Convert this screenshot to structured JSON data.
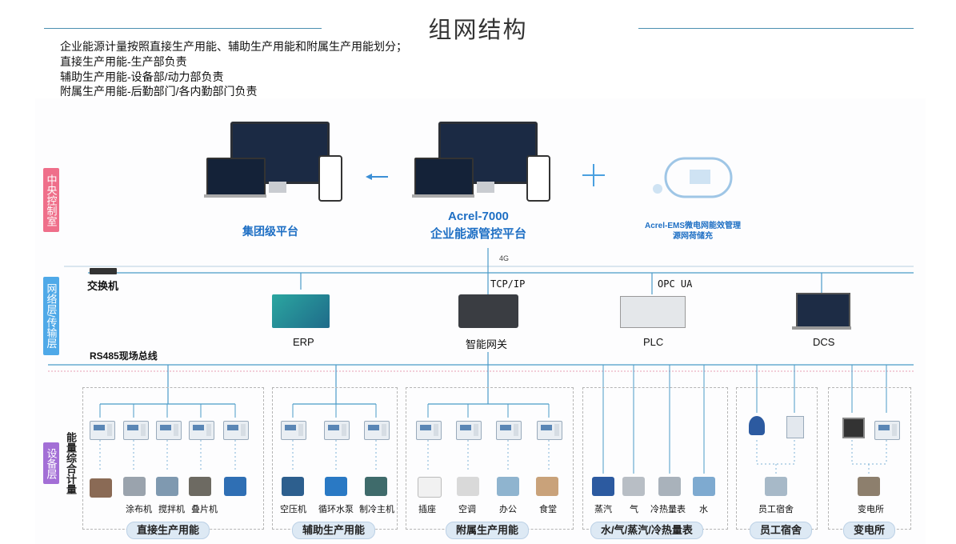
{
  "title": "组网结构",
  "intro": [
    "企业能源计量按照直接生产用能、辅助生产用能和附属生产用能划分；",
    "直接生产用能-生产部负责",
    "辅助生产用能-设备部/动力部负责",
    "附属生产用能-后勤部门/各内勤部门负责"
  ],
  "layers": {
    "central": "中央控制室",
    "network": "网络层/传输层",
    "device": "设备层"
  },
  "central": {
    "group_platform": "集团级平台",
    "acrel7000_line1": "Acrel-7000",
    "acrel7000_line2": "企业能源管控平台",
    "ems_line1": "Acrel-EMS微电网能效管理",
    "ems_line2": "源网荷储充"
  },
  "network": {
    "signal": "4G",
    "switch": "交换机",
    "tcpip": "TCP/IP",
    "opcua": "OPC UA",
    "bus": "RS485现场总线",
    "nodes": [
      "ERP",
      "智能网关",
      "PLC",
      "DCS"
    ]
  },
  "device_side_label": "能量综合计量",
  "groups": [
    {
      "name": "直接生产用能",
      "items": [
        "",
        "涂布机",
        "搅拌机",
        "叠片机",
        ""
      ]
    },
    {
      "name": "辅助生产用能",
      "items": [
        "空压机",
        "循环水泵",
        "制冷主机"
      ]
    },
    {
      "name": "附属生产用能",
      "items": [
        "插座",
        "空调",
        "办公",
        "食堂"
      ]
    },
    {
      "name": "水/气/蒸汽/冷热量表",
      "items": [
        "蒸汽",
        "气",
        "冷热量表",
        "水"
      ]
    },
    {
      "name": "员工宿舍",
      "items": [
        "员工宿舍"
      ]
    },
    {
      "name": "变电所",
      "items": [
        "变电所"
      ]
    }
  ],
  "colors": {
    "accent": "#1e6fc4",
    "line": "#4a9bc8",
    "central_tag": "#ef6f8a",
    "network_tag": "#4fa9e8",
    "device_tag": "#a36fd6"
  }
}
